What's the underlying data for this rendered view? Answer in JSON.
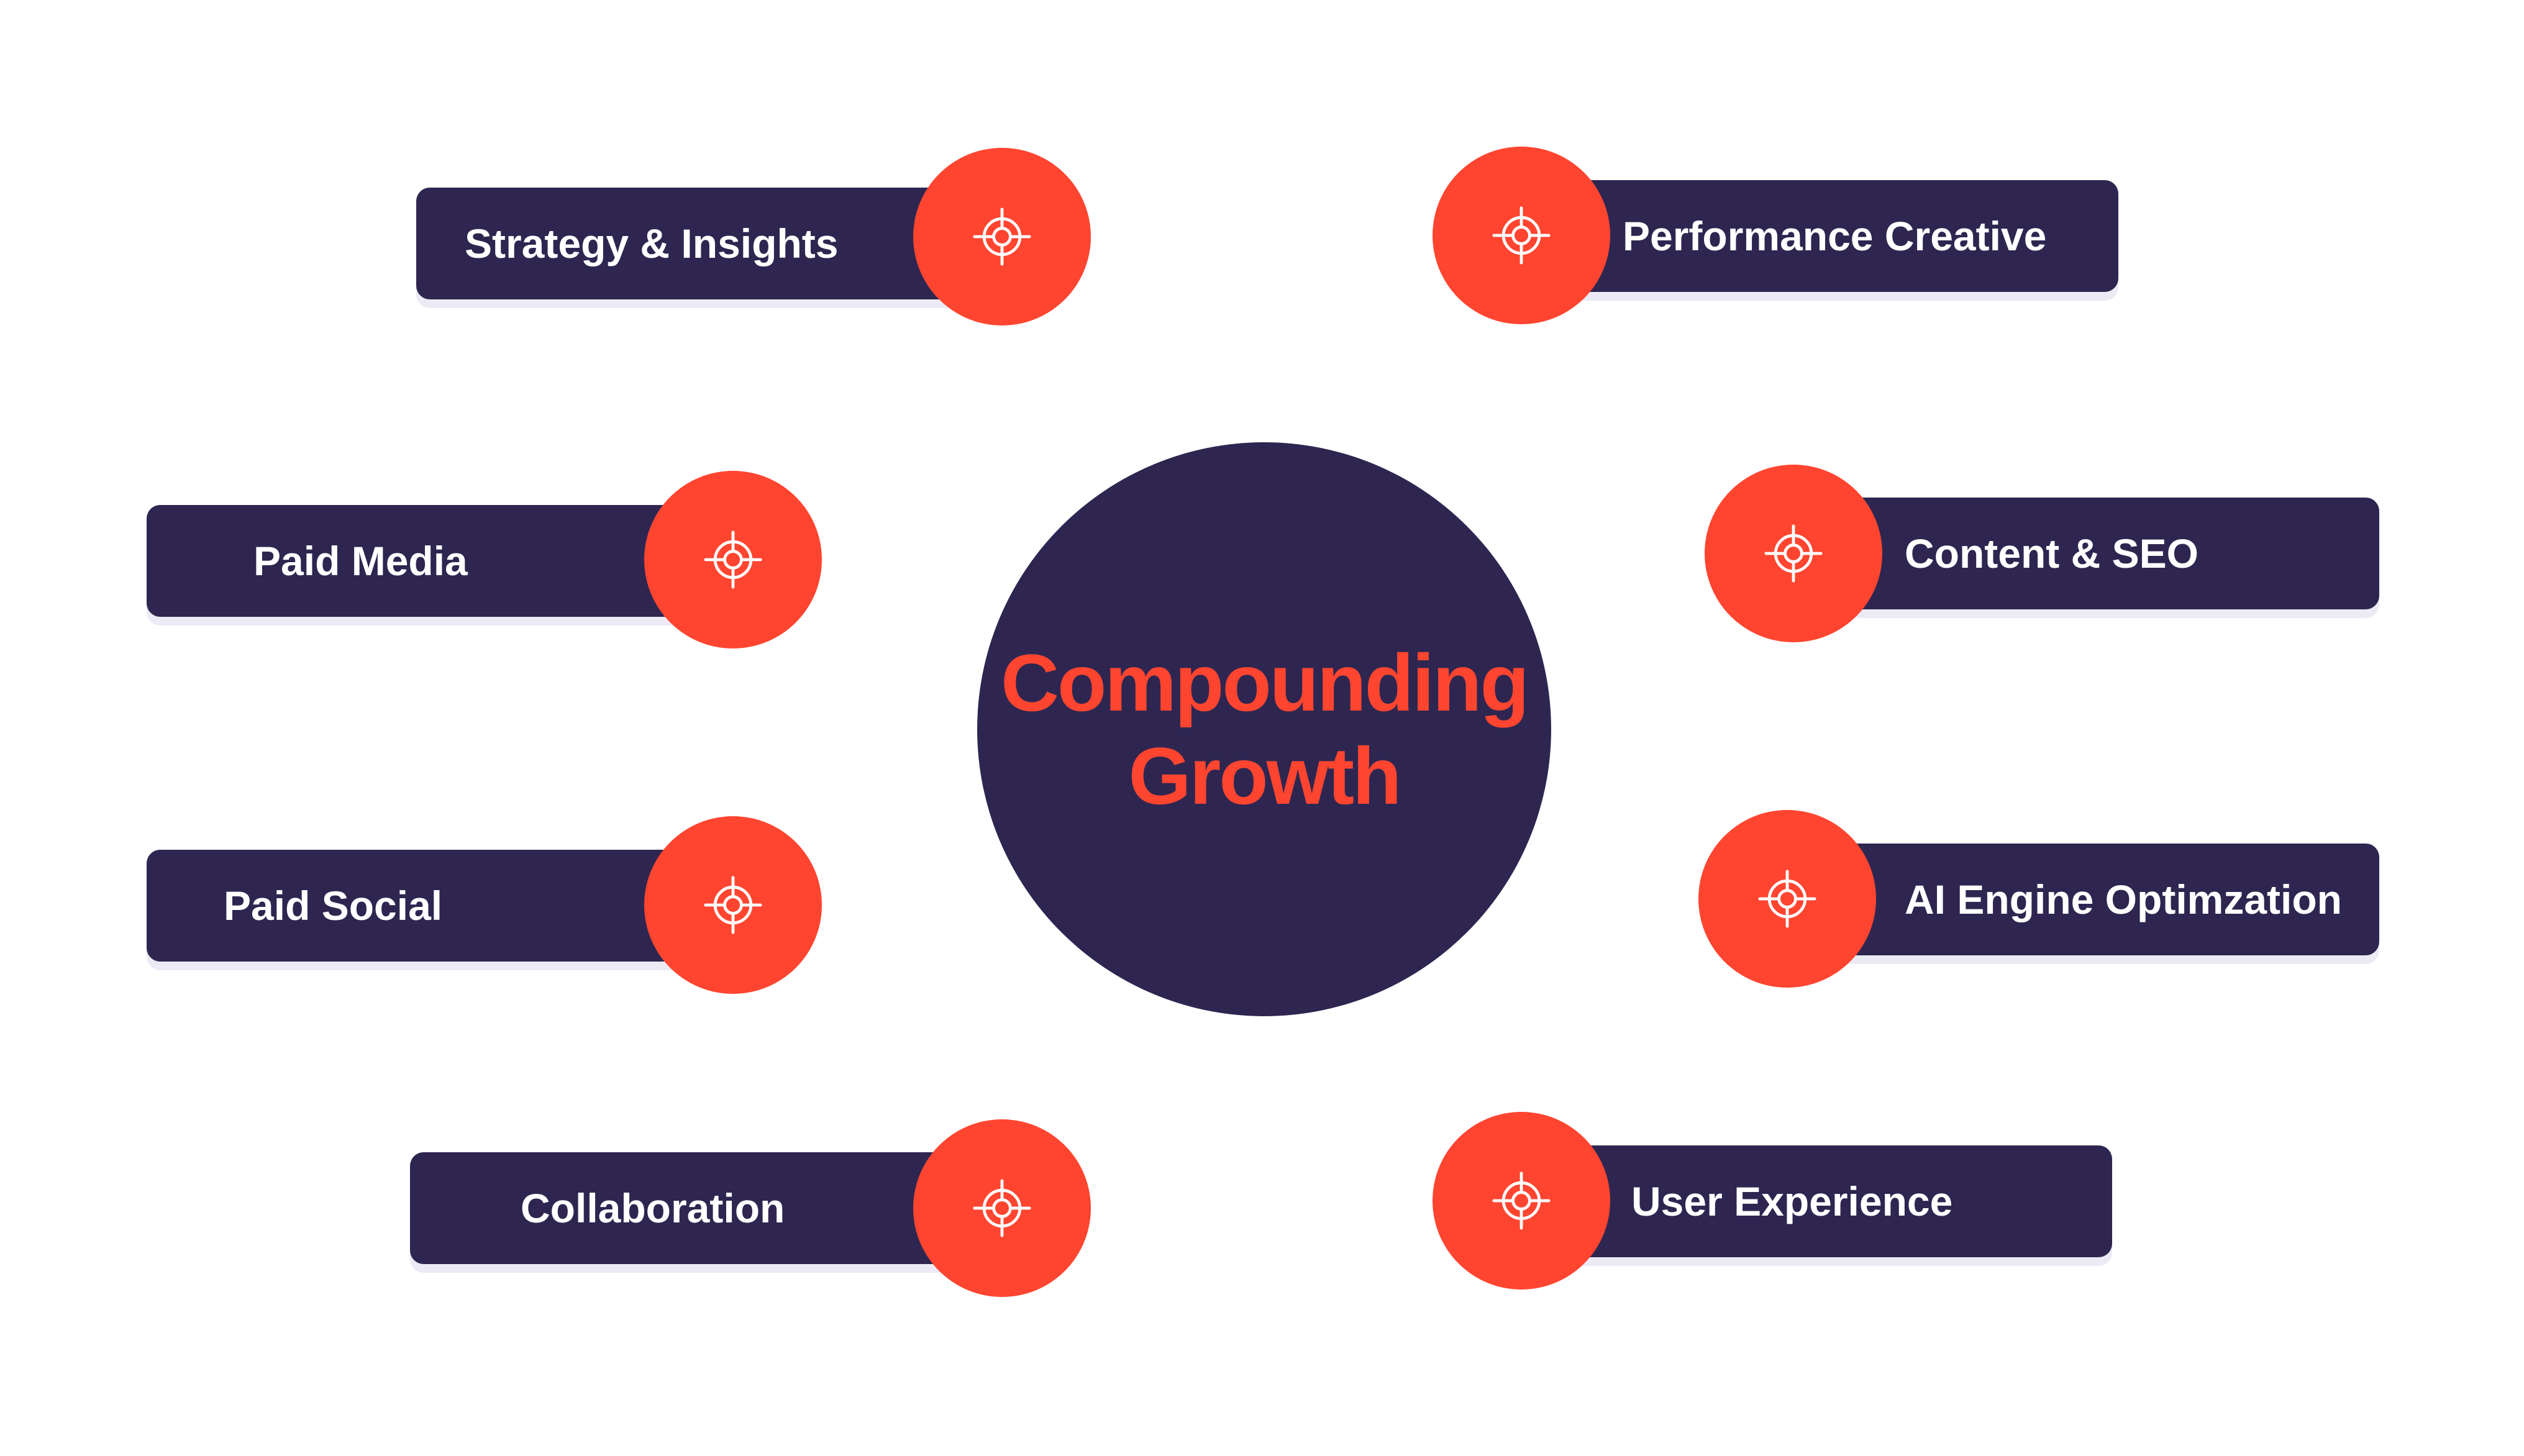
{
  "center": {
    "line1": "Compounding",
    "line2": "Growth"
  },
  "colors": {
    "navy": "#2e2650",
    "accent": "#ff4530",
    "background": "#ffffff"
  },
  "items": [
    {
      "label": "Strategy & Insights",
      "icon": "target-icon"
    },
    {
      "label": "Paid Media",
      "icon": "target-icon"
    },
    {
      "label": "Paid Social",
      "icon": "target-icon"
    },
    {
      "label": "Collaboration",
      "icon": "target-icon"
    },
    {
      "label": "Performance Creative",
      "icon": "target-icon"
    },
    {
      "label": "Content & SEO",
      "icon": "target-icon"
    },
    {
      "label": "AI Engine Optimzation",
      "icon": "target-icon"
    },
    {
      "label": "User Experience",
      "icon": "target-icon"
    }
  ]
}
